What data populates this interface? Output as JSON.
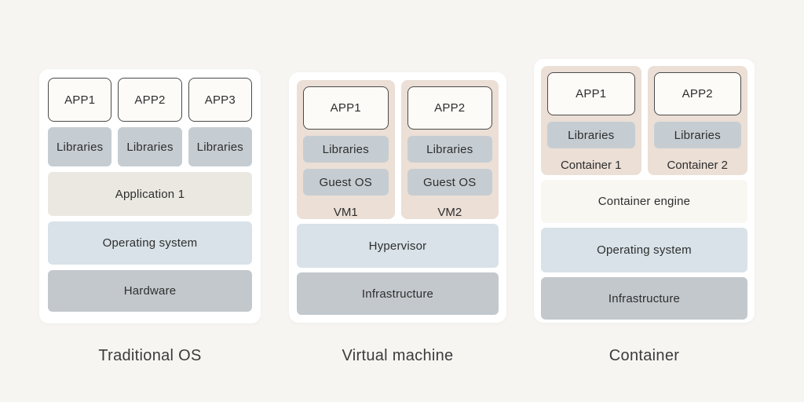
{
  "title": "Traditional OS vs Virtual machine vs Container architecture diagram",
  "colors": {
    "page_background": "#f7f5f2",
    "column_card": "#ffffff",
    "app_box_fill": "#fcfbf8",
    "app_box_border": "#4b4b4a",
    "libraries_box": "#c6cdd2",
    "application_layer": "#eae8e1",
    "os_layer": "#d8e2e8",
    "hardware_layer": "#c3c8cc",
    "vm_container_card": "#ebdfd6",
    "engine_layer": "#f8f7f2",
    "text": "#2e2e2e"
  },
  "columns": [
    {
      "label": "Traditional OS",
      "apps": [
        "APP1",
        "APP2",
        "APP3"
      ],
      "libs": [
        "Libraries",
        "Libraries",
        "Libraries"
      ],
      "layers": {
        "application": "Application 1",
        "os": "Operating system",
        "hardware": "Hardware"
      }
    },
    {
      "label": "Virtual machine",
      "vms": [
        {
          "app": "APP1",
          "lib": "Libraries",
          "guest_os": "Guest OS",
          "name": "VM1"
        },
        {
          "app": "APP2",
          "lib": "Libraries",
          "guest_os": "Guest OS",
          "name": "VM2"
        }
      ],
      "layers": {
        "hypervisor": "Hypervisor",
        "infrastructure": "Infrastructure"
      }
    },
    {
      "label": "Container",
      "containers": [
        {
          "app": "APP1",
          "lib": "Libraries",
          "name": "Container 1"
        },
        {
          "app": "APP2",
          "lib": "Libraries",
          "name": "Container 2"
        }
      ],
      "layers": {
        "engine": "Container engine",
        "os": "Operating system",
        "infrastructure": "Infrastructure"
      }
    }
  ]
}
